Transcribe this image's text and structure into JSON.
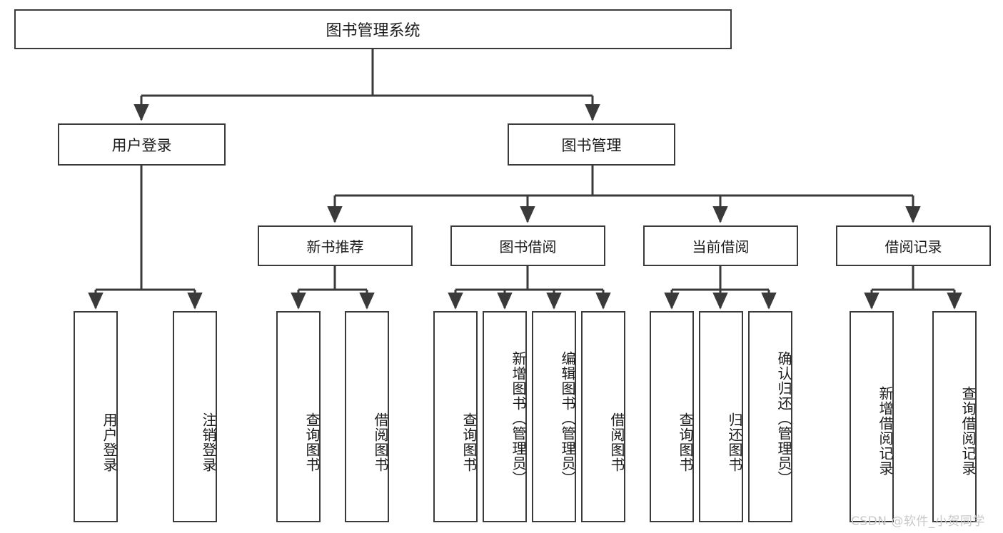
{
  "diagram": {
    "title": "图书管理系统",
    "type": "tree",
    "watermark": "CSDN @软件_小贺同学",
    "colors": {
      "stroke": "#3a3a3a",
      "fill": "#ffffff",
      "text": "#1b1b1b",
      "watermark": "#c9c9c9"
    },
    "nodes": {
      "root": {
        "label": "图书管理系统"
      },
      "level1": [
        {
          "label": "用户登录"
        },
        {
          "label": "图书管理"
        }
      ],
      "level2": [
        {
          "label": "新书推荐"
        },
        {
          "label": "图书借阅"
        },
        {
          "label": "当前借阅"
        },
        {
          "label": "借阅记录"
        }
      ],
      "leaves": {
        "user_login": [
          {
            "label": "用户登录"
          },
          {
            "label": "注销登录"
          }
        ],
        "new_book": [
          {
            "label": "查询图书"
          },
          {
            "label": "借阅图书"
          }
        ],
        "book_borrow": [
          {
            "label": "查询图书"
          },
          {
            "label": "新增图书（管理员）"
          },
          {
            "label": "编辑图书（管理员）"
          },
          {
            "label": "借阅图书"
          }
        ],
        "current_borrow": [
          {
            "label": "查询图书"
          },
          {
            "label": "归还图书"
          },
          {
            "label": "确认归还（管理员）"
          }
        ],
        "borrow_record": [
          {
            "label": "新增借阅记录"
          },
          {
            "label": "查询借阅记录"
          }
        ]
      }
    }
  }
}
